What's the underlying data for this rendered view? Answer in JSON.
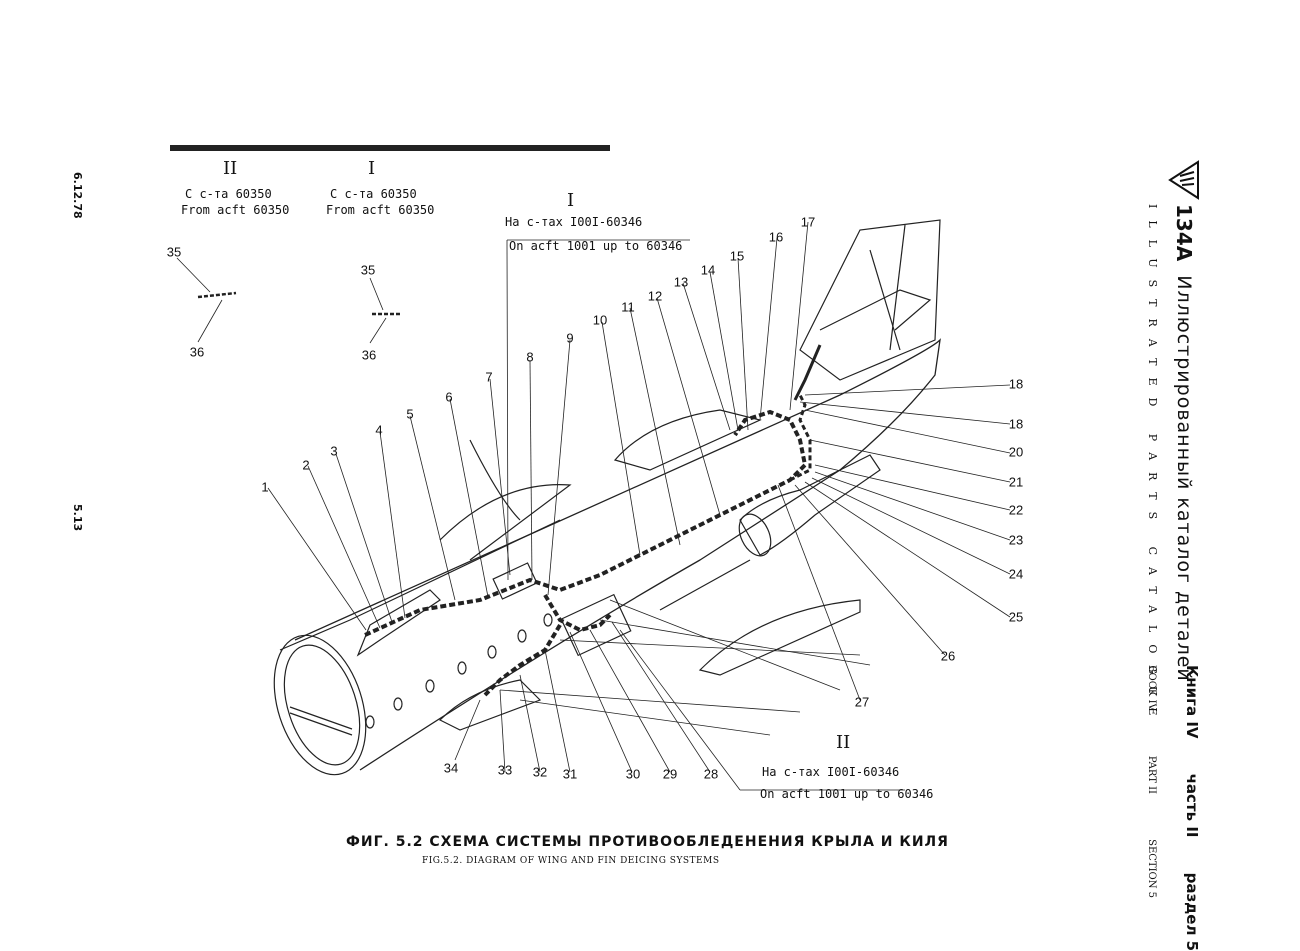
{
  "page": {
    "date": "6.12.78",
    "number": "5.13"
  },
  "header_side": {
    "model": "134A",
    "title_ru": "Иллюстрированный каталог деталей",
    "title_en": "ILLUSTRATED PARTS CATALOGUE",
    "book_ru": "Книга IV",
    "part_ru": "часть II",
    "section_ru": "раздел 5",
    "book_en": "BOOK IV",
    "part_en": "PART II",
    "section_en": "SECTION 5"
  },
  "variants": {
    "top_left": {
      "roman": "II",
      "line_ru": "С с-та 60350",
      "line_en": "From acft 60350"
    },
    "top_mid": {
      "roman": "I",
      "line_ru": "С с-та 60350",
      "line_en": "From acft 60350"
    },
    "top_right": {
      "roman": "I",
      "line_ru": "На с-тах I00I-60346",
      "line_en": "On acft 1001 up to 60346"
    },
    "bottom_right": {
      "roman": "II",
      "line_ru": "На с-тах I00I-60346",
      "line_en": "On acft 1001 up to 60346"
    }
  },
  "callouts": [
    "1",
    "2",
    "3",
    "4",
    "5",
    "6",
    "7",
    "8",
    "9",
    "10",
    "11",
    "12",
    "13",
    "14",
    "15",
    "16",
    "17",
    "18",
    "18",
    "20",
    "21",
    "22",
    "23",
    "24",
    "25",
    "26",
    "27",
    "28",
    "29",
    "30",
    "31",
    "32",
    "33",
    "34",
    "35",
    "36",
    "35",
    "36"
  ],
  "caption": {
    "ru": "ФИГ. 5.2  СХЕМА СИСТЕМЫ ПРОТИВООБЛЕДЕНЕНИЯ  КРЫЛА  И  КИЛЯ",
    "en": "FIG.5.2. DIAGRAM OF WING AND FIN DEICING SYSTEMS"
  }
}
